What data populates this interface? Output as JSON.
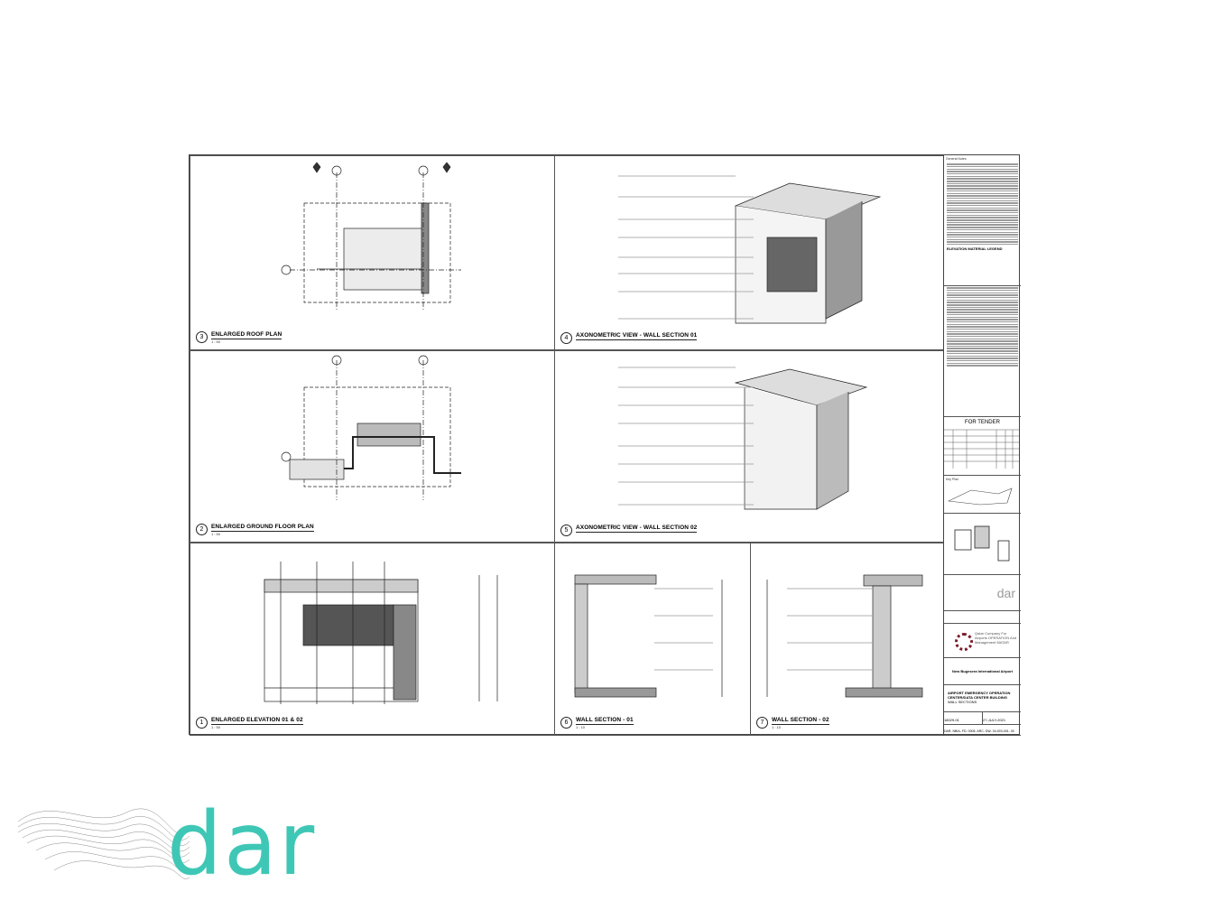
{
  "views": [
    {
      "number": "3",
      "title": "ENLARGED ROOF PLAN",
      "scale": "1 : 50"
    },
    {
      "number": "2",
      "title": "ENLARGED GROUND FLOOR PLAN",
      "scale": "1 : 50"
    },
    {
      "number": "1",
      "title": "ENLARGED ELEVATION 01 & 02",
      "scale": "1 : 50"
    },
    {
      "number": "4",
      "title": "AXONOMETRIC VIEW - WALL SECTION 01",
      "scale": ""
    },
    {
      "number": "5",
      "title": "AXONOMETRIC VIEW - WALL SECTION 02",
      "scale": ""
    },
    {
      "number": "6",
      "title": "WALL SECTION - 01",
      "scale": "1 : 10"
    },
    {
      "number": "7",
      "title": "WALL SECTION - 02",
      "scale": "1 : 10"
    }
  ],
  "title_block": {
    "general_notes_heading": "General Notes",
    "legend_heading": "ELEVATION MATERIAL LEGEND",
    "status": "FOR TENDER",
    "key_plan_label": "Key Plan",
    "client_name": "Qatar Company For Airports OPERATION And Management MATAR",
    "project": "New Bugesera International Airport",
    "sheet_title_1": "AIRPORT EMERGENCY OPERATION",
    "sheet_title_2": "CENTER/DATA CENTER BUILDING",
    "sheet_title_3": "WALL SECTIONS",
    "project_no": "18029-01",
    "date": "27-JULY-2021",
    "drawing_no": "DAR- NBIA- FD- 0005- ARC- DW- 04-003-001- 00"
  },
  "brand": {
    "logo_text": "dar",
    "color": "#3fc7b6"
  }
}
